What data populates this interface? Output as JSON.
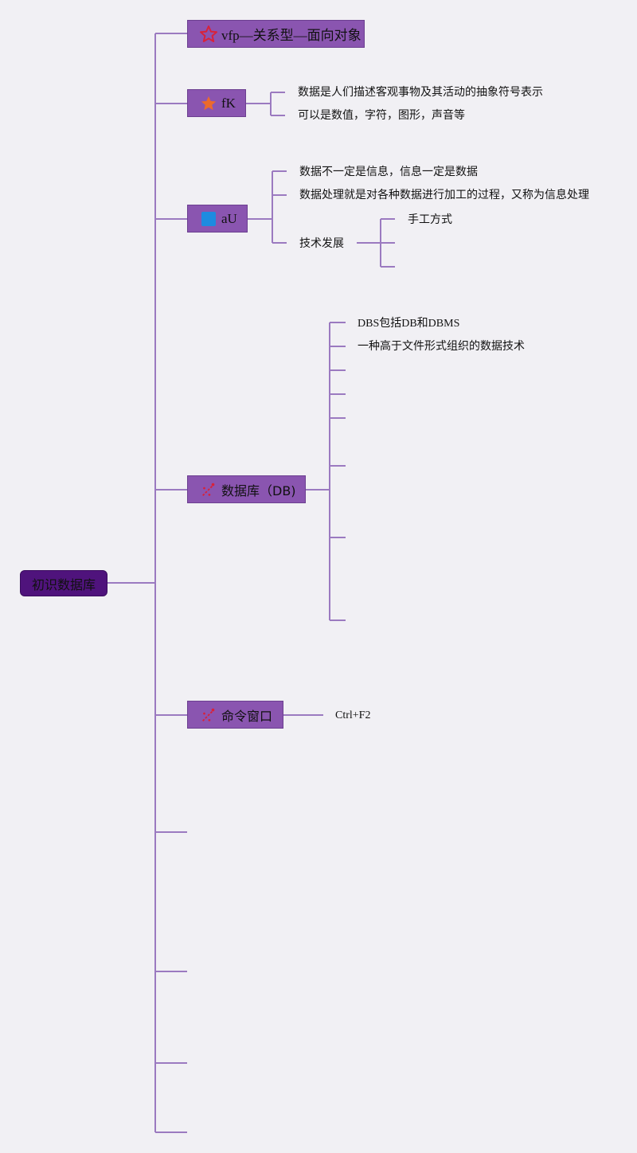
{
  "root": {
    "label": "初识数据库"
  },
  "topics": [
    {
      "label": "vfp—关系型—面向对象",
      "icon": "star-outline-icon"
    },
    {
      "label": "fK",
      "icon": "star-filled-icon"
    },
    {
      "label": "aU",
      "icon": "blue-square-icon"
    },
    {
      "label": "数据库（DB)",
      "icon": "sparkle-wand-icon"
    },
    {
      "label": "命令窗口",
      "icon": "sparkle-wand-icon"
    }
  ],
  "subtopics": {
    "fk": [
      "数据是人们描述客观事物及其活动的抽象符号表示",
      "可以是数值，字符，图形，声音等"
    ],
    "au": [
      "数据不一定是信息，信息一定是数据",
      "数据处理就是对各种数据进行加工的过程，又称为信息处理",
      "技术发展"
    ],
    "tech": [
      "手工方式"
    ],
    "db": [
      "DBS包括DB和DBMS",
      "一种高于文件形式组织的数据技术"
    ],
    "cmd": [
      "Ctrl+F2"
    ]
  },
  "colors": {
    "line": "#9b7ac0",
    "topic_fill": "#8a55b0",
    "root_fill": "#4f137c",
    "background": "#f1f0f4"
  }
}
